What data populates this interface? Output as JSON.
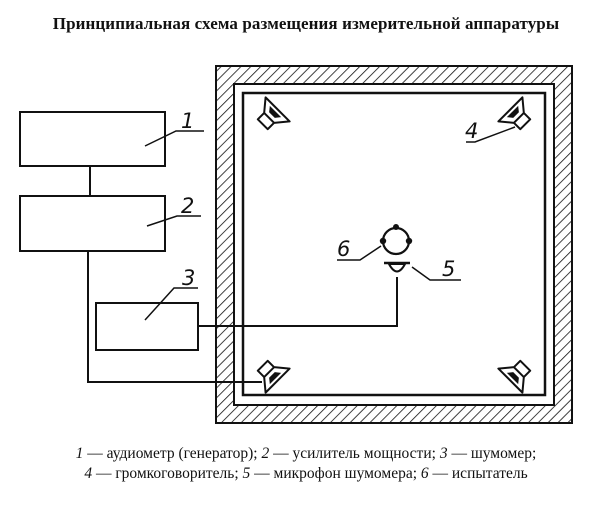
{
  "title": "Принципиальная схема размещения измерительной аппаратуры",
  "diagram": {
    "labels": {
      "audiometer": "1",
      "amplifier": "2",
      "noise_meter": "3",
      "loudspeaker": "4",
      "microphone": "5",
      "subject": "6"
    }
  },
  "caption": {
    "line1": [
      {
        "num": "1",
        "text": " — аудиометр (генератор); "
      },
      {
        "num": "2",
        "text": " — усилитель мощности; "
      },
      {
        "num": "3",
        "text": " — шумомер;"
      }
    ],
    "line2": [
      {
        "num": "4",
        "text": " — громкоговоритель; "
      },
      {
        "num": "5",
        "text": " — микрофон шумомера; "
      },
      {
        "num": "6",
        "text": " — испытатель"
      }
    ]
  }
}
